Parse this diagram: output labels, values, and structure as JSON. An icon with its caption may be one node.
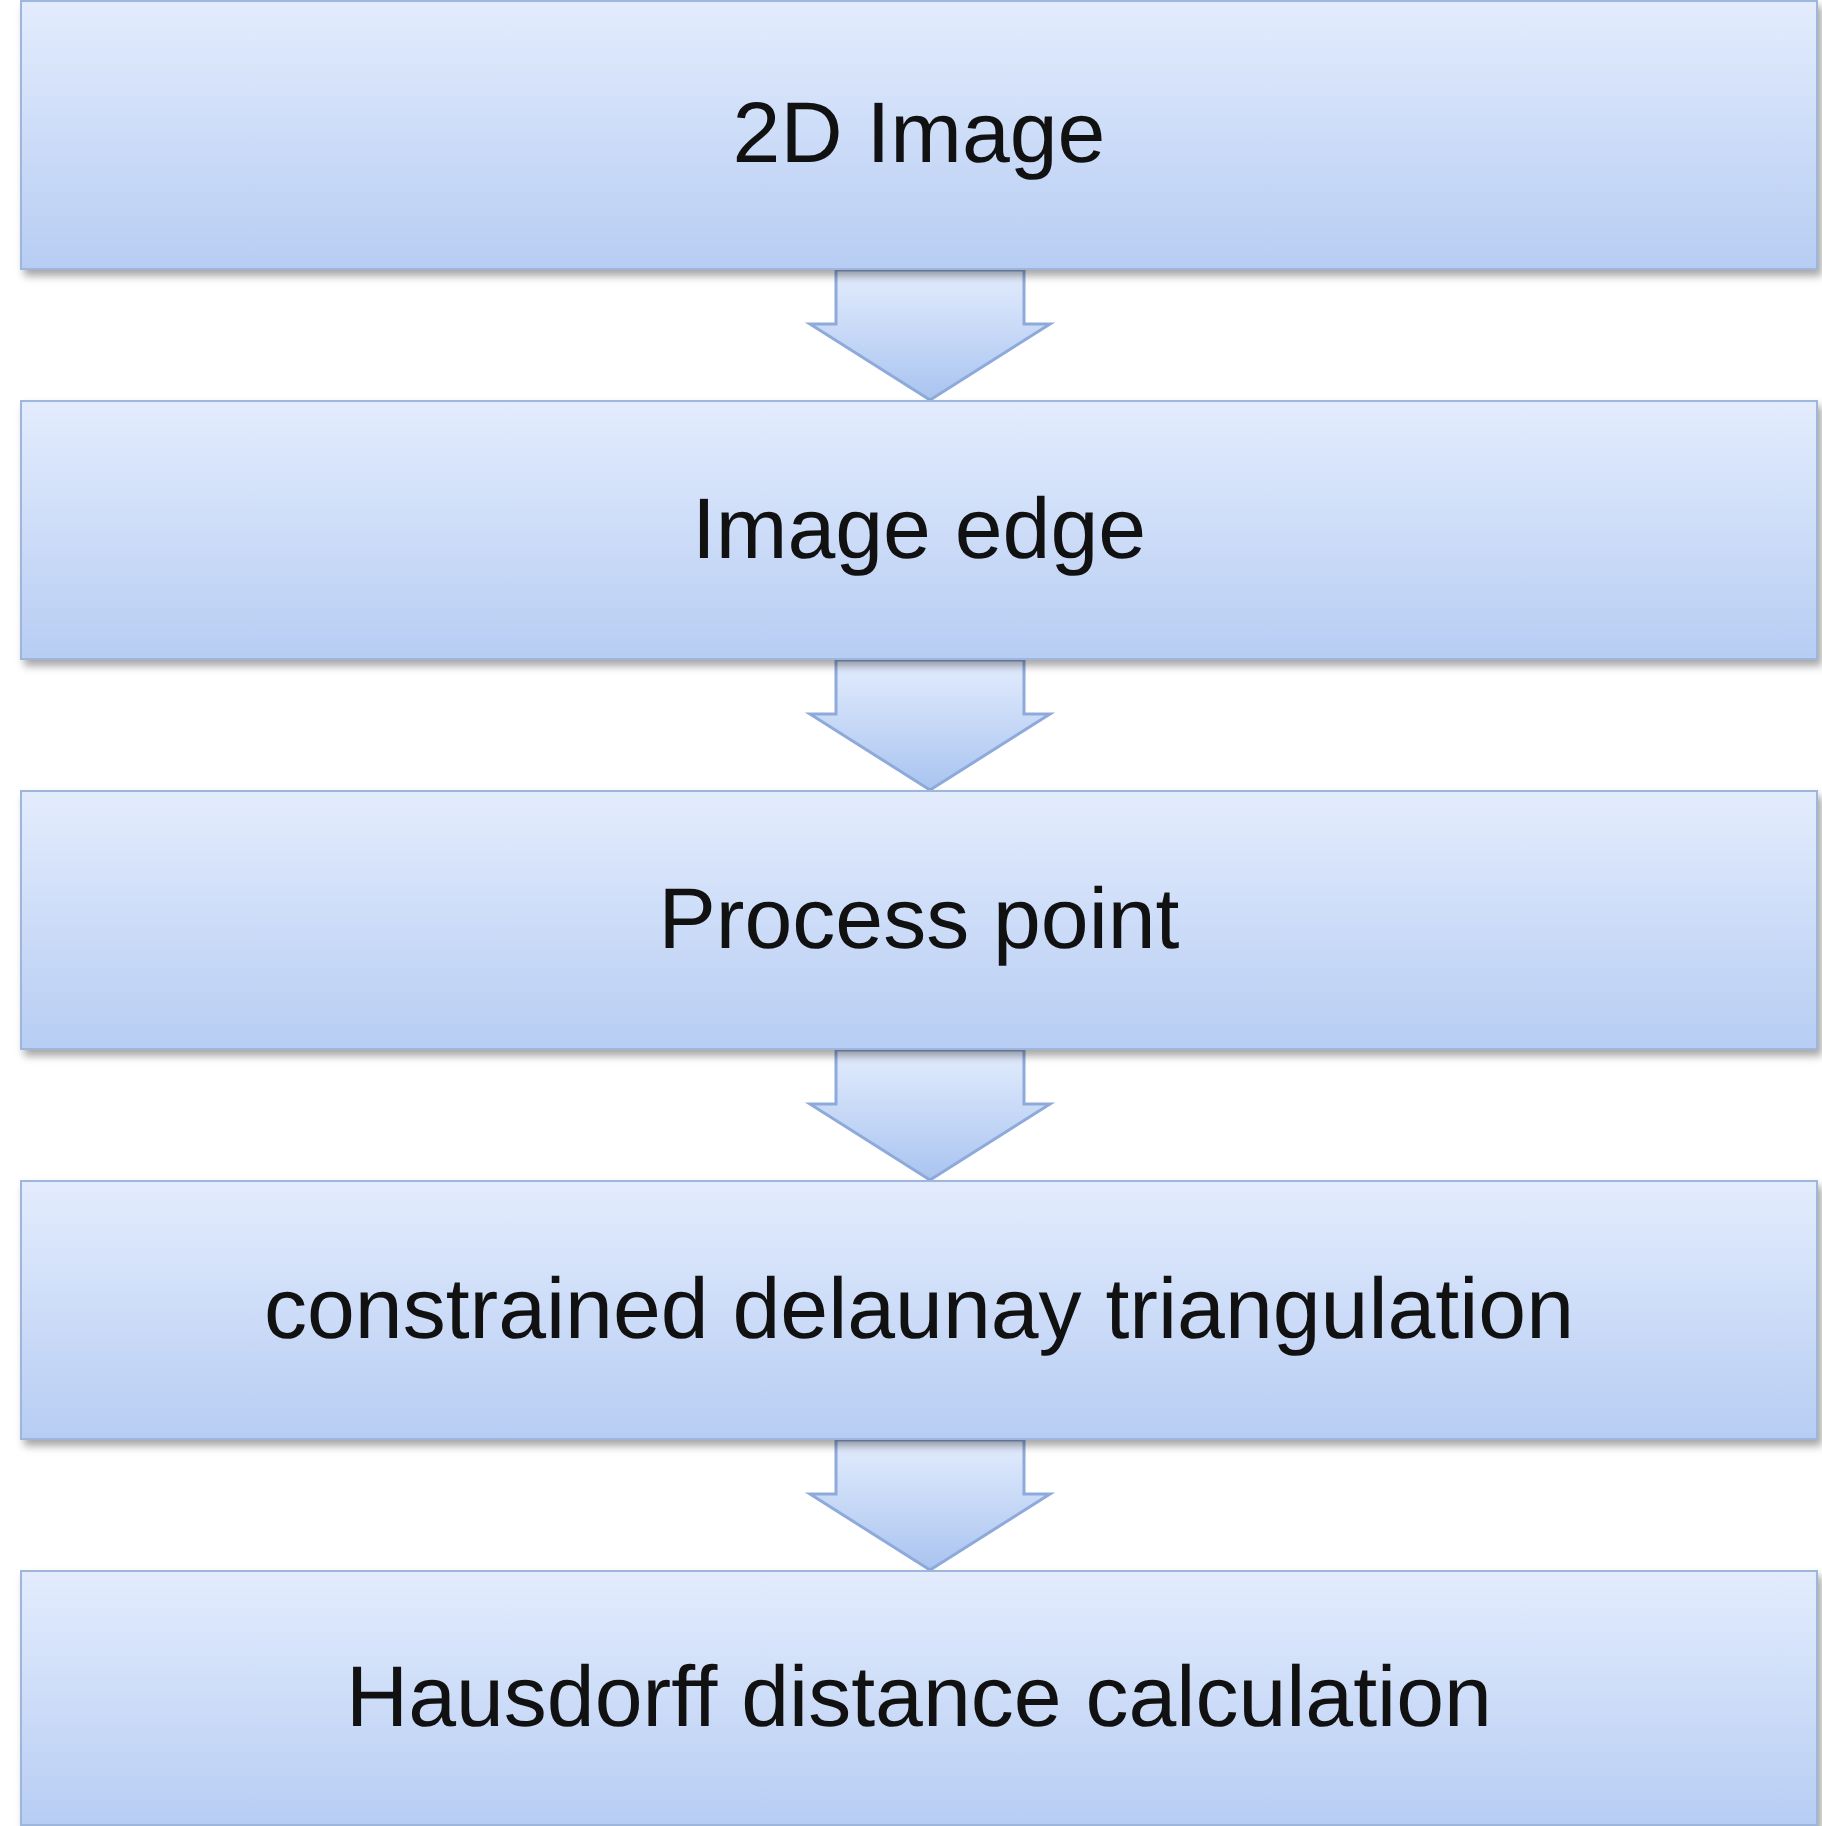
{
  "diagram": {
    "nodes": [
      {
        "text": [
          "2D Image"
        ]
      },
      {
        "text": [
          "Image edge"
        ]
      },
      {
        "text": [
          "Process point"
        ]
      },
      {
        "text": [
          "constrained delaunay triangulation"
        ]
      },
      {
        "text": [
          "Hausdorff distance calculation"
        ]
      }
    ],
    "edges": [
      {
        "from": 0,
        "to": 1,
        "arrow": "to"
      },
      {
        "from": 1,
        "to": 2,
        "arrow": "to"
      },
      {
        "from": 2,
        "to": 3,
        "arrow": "to"
      },
      {
        "from": 3,
        "to": 4,
        "arrow": "to"
      }
    ]
  }
}
